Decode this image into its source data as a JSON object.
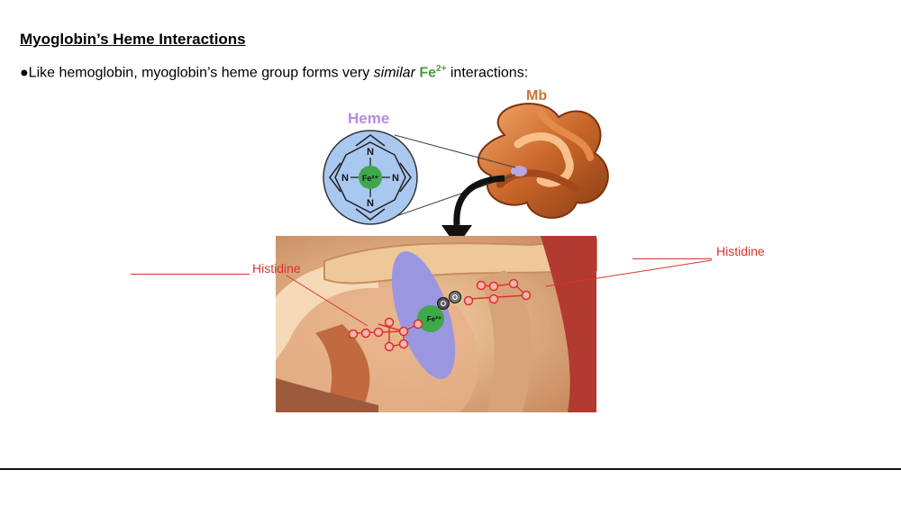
{
  "slide": {
    "title": "Myoglobin’s Heme Interactions",
    "bullet_prefix": "●Like hemoglobin, myoglobin’s heme group forms very ",
    "bullet_italic": "similar",
    "bullet_fe": "Fe",
    "bullet_fe_charge": "2+",
    "bullet_suffix": " interactions:"
  },
  "figure": {
    "label_mb": "Mb",
    "label_heme": "Heme",
    "heme_center": "Fe²⁺",
    "heme_n": "N",
    "his_left": "Histidine",
    "his_right": "Histidine",
    "iron_center": "Fe²⁺",
    "oxygen_atom": "O"
  },
  "colors": {
    "heme_label": "#b48ae6",
    "mb_label": "#c8763a",
    "histidine_label": "#d9342b",
    "iron": "#3fa84a",
    "heme_disk": "#9b96e0"
  }
}
